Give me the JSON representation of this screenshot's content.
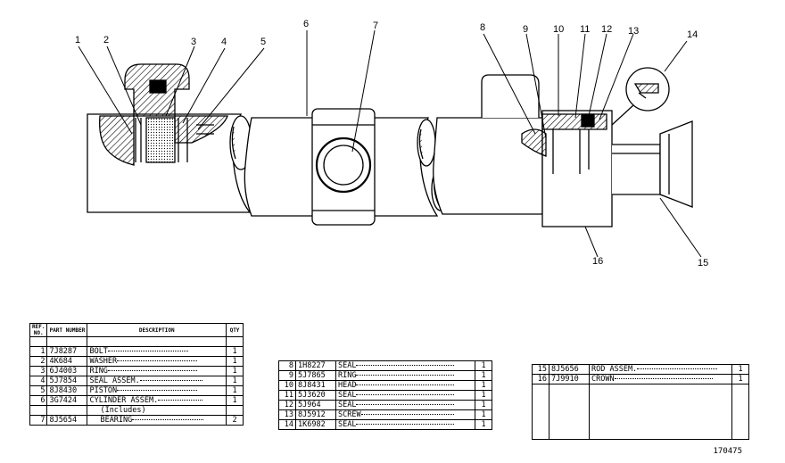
{
  "callouts": [
    "1",
    "2",
    "3",
    "4",
    "5",
    "6",
    "7",
    "8",
    "9",
    "10",
    "11",
    "12",
    "13",
    "14",
    "15",
    "16"
  ],
  "table_headers": {
    "ref": "REF. NO.",
    "part": "PART NUMBER",
    "desc": "DESCRIPTION",
    "qty": "QTY"
  },
  "table1": [
    {
      "ref": "1",
      "part": "7J8287",
      "desc": "BOLT",
      "qty": "1"
    },
    {
      "ref": "2",
      "part": "4K684",
      "desc": "WASHER",
      "qty": "1"
    },
    {
      "ref": "3",
      "part": "6J4003",
      "desc": "RING",
      "qty": "1"
    },
    {
      "ref": "4",
      "part": "5J7854",
      "desc": "SEAL ASSEM.",
      "qty": "1"
    },
    {
      "ref": "5",
      "part": "8J8430",
      "desc": "PISTON",
      "qty": "1"
    },
    {
      "ref": "6",
      "part": "3G7424",
      "desc": "CYLINDER ASSEM.",
      "qty": "1"
    },
    {
      "ref": "",
      "part": "",
      "desc": "(Includes)",
      "qty": ""
    },
    {
      "ref": "7",
      "part": "8J5654",
      "desc": "BEARING",
      "qty": "2"
    }
  ],
  "table2": [
    {
      "ref": "8",
      "part": "1H8227",
      "desc": "SEAL",
      "qty": "1"
    },
    {
      "ref": "9",
      "part": "5J7865",
      "desc": "RING",
      "qty": "1"
    },
    {
      "ref": "10",
      "part": "8J8431",
      "desc": "HEAD",
      "qty": "1"
    },
    {
      "ref": "11",
      "part": "5J3620",
      "desc": "SEAL",
      "qty": "1"
    },
    {
      "ref": "12",
      "part": "5J964",
      "desc": "SEAL",
      "qty": "1"
    },
    {
      "ref": "13",
      "part": "8J5912",
      "desc": "SCREW",
      "qty": "1"
    },
    {
      "ref": "14",
      "part": "1K6982",
      "desc": "SEAL",
      "qty": "1"
    }
  ],
  "table3": [
    {
      "ref": "15",
      "part": "8J5656",
      "desc": "ROD ASSEM.",
      "qty": "1"
    },
    {
      "ref": "16",
      "part": "7J9910",
      "desc": "CROWN",
      "qty": "1"
    }
  ],
  "illustration_number": "170475"
}
